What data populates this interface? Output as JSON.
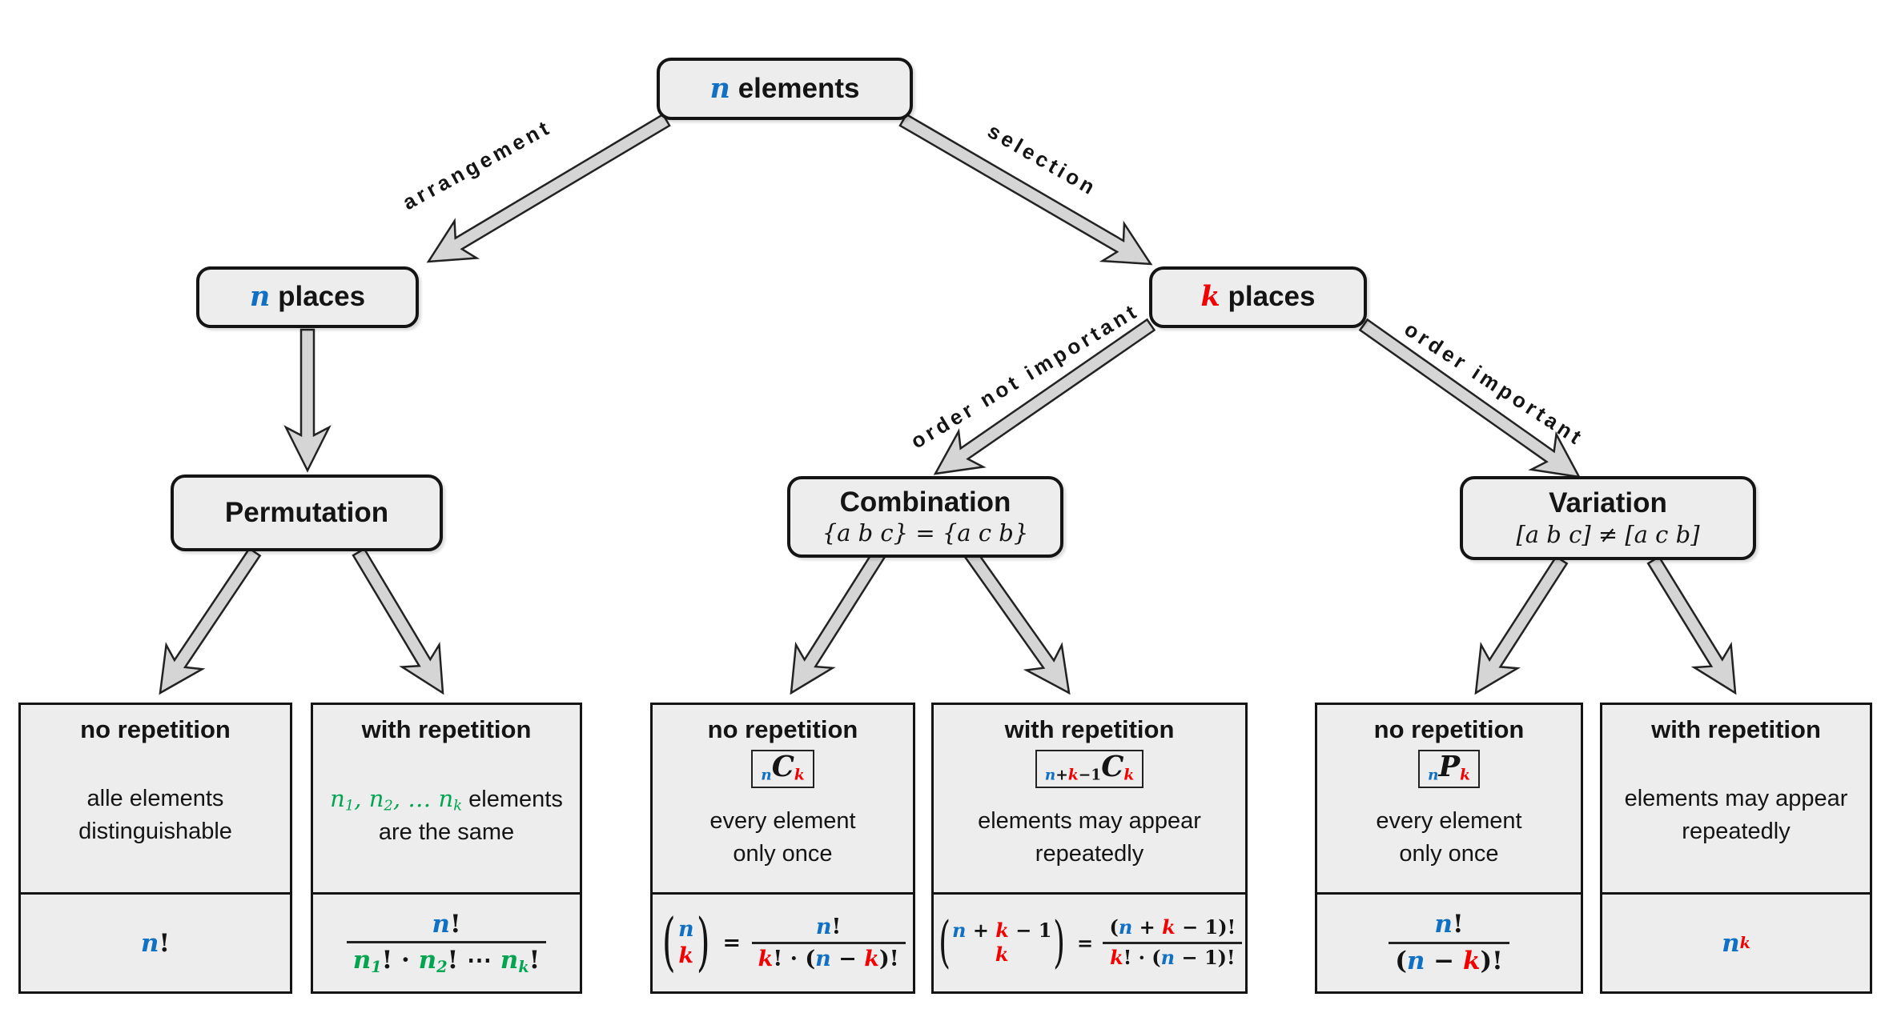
{
  "colors": {
    "blue": "#1071c4",
    "red": "#f40000",
    "green": "#00a550",
    "box_fill": "#ededed",
    "arrow_fill": "#d5d5d5",
    "line": "#141414"
  },
  "nodes": {
    "root": {
      "segs": [
        [
          "n",
          "it bd b"
        ],
        [
          " elements",
          "bd"
        ]
      ]
    },
    "nplaces": {
      "segs": [
        [
          "n",
          "it bd b"
        ],
        [
          " places",
          "bd"
        ]
      ]
    },
    "kplaces": {
      "segs": [
        [
          "k",
          "it bd r"
        ],
        [
          " places",
          "bd"
        ]
      ]
    },
    "permutation": {
      "title": "Permutation"
    },
    "combination": {
      "title": "Combination",
      "subtitle": "{a b c} = {a c b}"
    },
    "variation": {
      "title": "Variation",
      "subtitle": "[a b c] ≠ [a c b]"
    }
  },
  "edge_labels": {
    "arrangement": "arrangement",
    "selection": "selection",
    "order_not_important": "order not important",
    "order_important": "order important"
  },
  "boxes": [
    {
      "heading": "no repetition",
      "desc_lines": [
        [
          [
            "alle elements",
            ""
          ]
        ],
        [
          [
            "distinguishable",
            ""
          ]
        ]
      ],
      "formula": [
        {
          "seg": [
            [
              "n",
              "it bd b"
            ],
            [
              "!",
              "op"
            ]
          ]
        }
      ]
    },
    {
      "heading": "with repetition",
      "desc_lines": [
        [
          [
            "n",
            "it g"
          ],
          [
            "1",
            "it g sub"
          ],
          [
            ", ",
            "it g"
          ],
          [
            "n",
            "it g"
          ],
          [
            "2",
            "it g sub"
          ],
          [
            ", … ",
            "it g"
          ],
          [
            "n",
            "it g"
          ],
          [
            "k",
            "it g sub"
          ],
          [
            " elements",
            ""
          ]
        ],
        [
          [
            "are the same",
            ""
          ]
        ]
      ],
      "formula": [
        {
          "frac": {
            "num": [
              [
                "n",
                "it bd b"
              ],
              [
                "!",
                "op"
              ]
            ],
            "den": [
              [
                "n",
                "it bd g"
              ],
              [
                "1",
                "it bd g sub"
              ],
              [
                "!",
                "op"
              ],
              [
                " · ",
                "op"
              ],
              [
                "n",
                "it bd g"
              ],
              [
                "2",
                "it bd g sub"
              ],
              [
                "!",
                "op"
              ],
              [
                " ⋯ ",
                "op"
              ],
              [
                "n",
                "it bd g"
              ],
              [
                "k",
                "it bd g sub"
              ],
              [
                "!",
                "op"
              ]
            ]
          }
        }
      ]
    },
    {
      "heading": "no repetition",
      "badge": [
        [
          "n",
          "it bd b sub"
        ],
        [
          "C",
          "it bd bigC"
        ],
        [
          "k",
          "it bd r sub"
        ]
      ],
      "desc_lines": [
        [
          [
            "every element",
            ""
          ]
        ],
        [
          [
            "only once",
            ""
          ]
        ]
      ],
      "formula": [
        {
          "binom": {
            "top": [
              [
                "n",
                "it bd b"
              ]
            ],
            "bot": [
              [
                "k",
                "it bd r"
              ]
            ]
          }
        },
        {
          "seg": [
            [
              " = ",
              "op"
            ]
          ]
        },
        {
          "frac": {
            "num": [
              [
                "n",
                "it bd b"
              ],
              [
                "!",
                "op"
              ]
            ],
            "den": [
              [
                "k",
                "it bd r"
              ],
              [
                "! · (",
                "op"
              ],
              [
                "n",
                "it bd b"
              ],
              [
                " − ",
                "op"
              ],
              [
                "k",
                "it bd r"
              ],
              [
                ")!",
                "op"
              ]
            ]
          }
        }
      ]
    },
    {
      "heading": "with repetition",
      "badge": [
        [
          "n",
          "it bd b sub"
        ],
        [
          "+",
          "op sub"
        ],
        [
          "k",
          "it bd r sub"
        ],
        [
          "−1",
          "op sub"
        ],
        [
          "C",
          "it bd bigC"
        ],
        [
          "k",
          "it bd r sub"
        ]
      ],
      "desc_lines": [
        [
          [
            "elements may appear",
            ""
          ]
        ],
        [
          [
            "repeatedly",
            ""
          ]
        ]
      ],
      "formula": [
        {
          "binom": {
            "top": [
              [
                "n",
                "it bd b"
              ],
              [
                " + ",
                "op"
              ],
              [
                "k",
                "it bd r"
              ],
              [
                " − 1",
                "op"
              ]
            ],
            "bot": [
              [
                "k",
                "it bd r"
              ]
            ]
          }
        },
        {
          "seg": [
            [
              " = ",
              "op"
            ]
          ]
        },
        {
          "frac": {
            "num": [
              [
                "(",
                "op"
              ],
              [
                "n",
                "it bd b"
              ],
              [
                " + ",
                "op"
              ],
              [
                "k",
                "it bd r"
              ],
              [
                " − 1",
                "op"
              ],
              [
                ")!",
                "op"
              ]
            ],
            "den": [
              [
                "k",
                "it bd r"
              ],
              [
                "! · (",
                "op"
              ],
              [
                "n",
                "it bd b"
              ],
              [
                " − 1)!",
                "op"
              ]
            ]
          }
        }
      ]
    },
    {
      "heading": "no repetition",
      "badge": [
        [
          "n",
          "it bd b sub"
        ],
        [
          "P",
          "it bd bigC"
        ],
        [
          "k",
          "it bd r sub"
        ]
      ],
      "desc_lines": [
        [
          [
            "every element",
            ""
          ]
        ],
        [
          [
            "only once",
            ""
          ]
        ]
      ],
      "formula": [
        {
          "frac": {
            "num": [
              [
                "n",
                "it bd b"
              ],
              [
                "!",
                "op"
              ]
            ],
            "den": [
              [
                "(",
                "op"
              ],
              [
                "n",
                "it bd b"
              ],
              [
                " − ",
                "op"
              ],
              [
                "k",
                "it bd r"
              ],
              [
                ")!",
                "op"
              ]
            ]
          }
        }
      ]
    },
    {
      "heading": "with repetition",
      "desc_lines": [
        [
          [
            "elements may appear",
            ""
          ]
        ],
        [
          [
            "repeatedly",
            ""
          ]
        ]
      ],
      "formula": [
        {
          "seg": [
            [
              "n",
              "it bd b"
            ],
            [
              "k",
              "it bd r sup"
            ]
          ]
        }
      ]
    }
  ]
}
